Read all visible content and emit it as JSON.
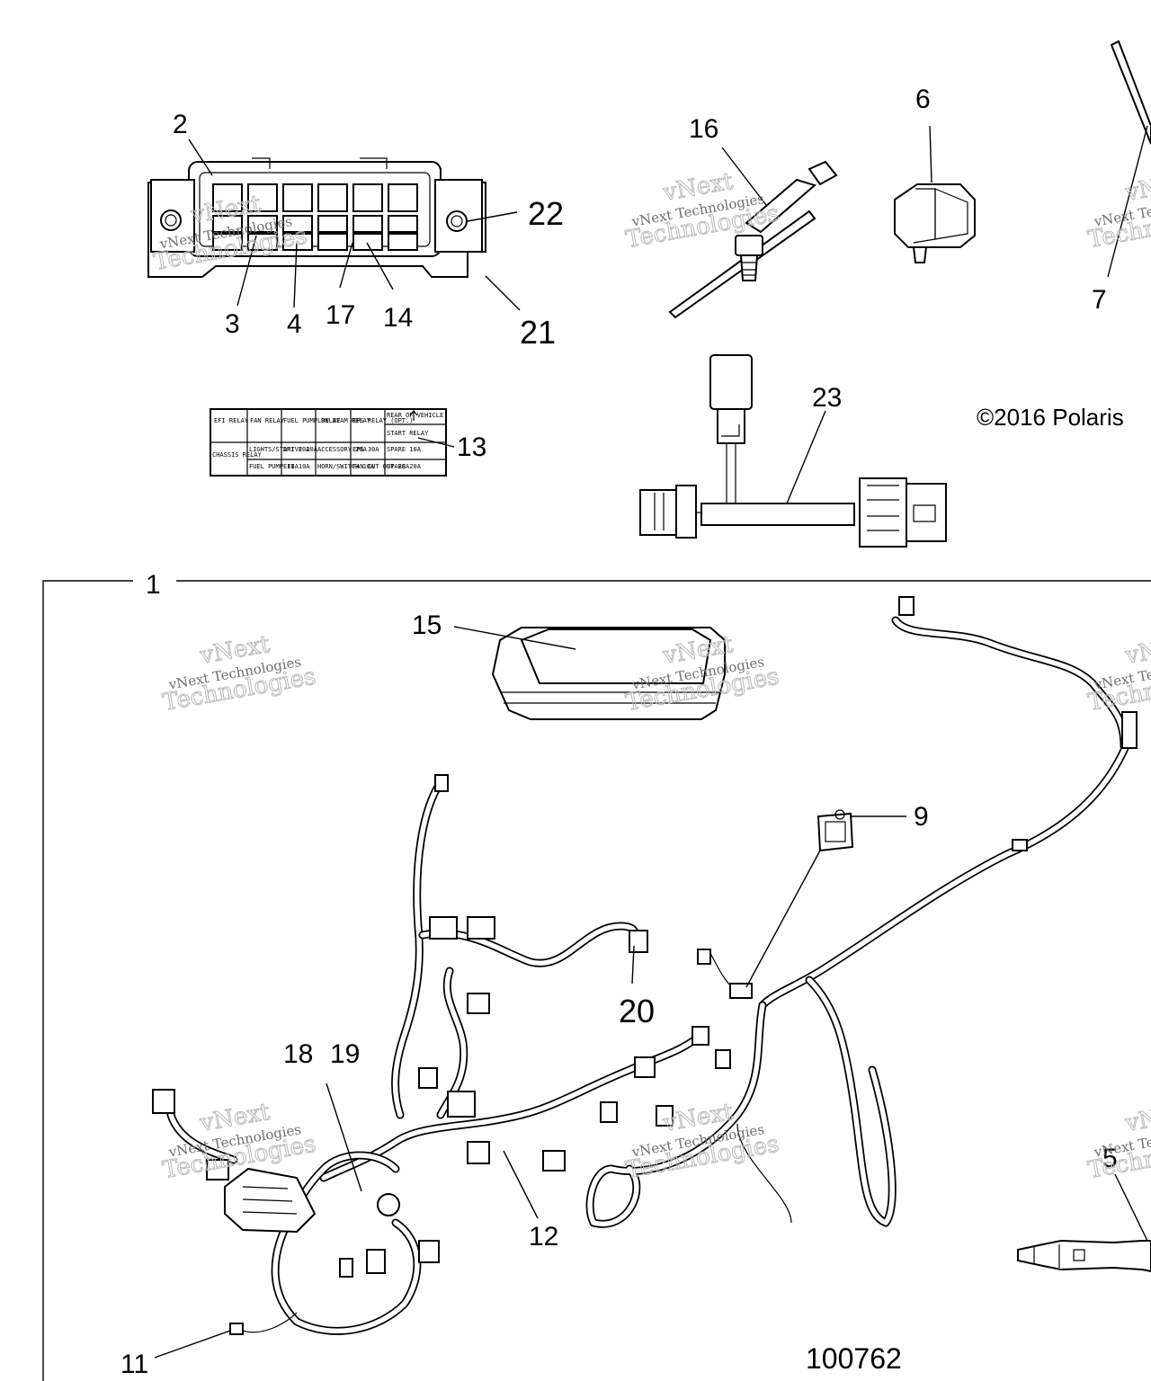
{
  "diagram": {
    "callouts": {
      "c1": "1",
      "c2": "2",
      "c3": "3",
      "c4": "4",
      "c5": "5",
      "c6": "6",
      "c7": "7",
      "c9": "9",
      "c11": "11",
      "c12": "12",
      "c13": "13",
      "c14": "14",
      "c15": "15",
      "c16": "16",
      "c17": "17",
      "c18": "18",
      "c19": "19",
      "c20": "20",
      "c21": "21",
      "c22": "22",
      "c23": "23"
    },
    "copyright": "©2016 Polaris",
    "figure_number": "100762",
    "watermark": {
      "line1": "vNext",
      "line2": "vNext Technologies",
      "line3": "Technologies"
    },
    "fuse_label": {
      "row1": [
        "EFI RELAY",
        "FAN RELAY",
        "FUEL PUMP RELAY",
        "LOW BEAM RELAY",
        "EPS RELAY (OPT.)",
        "REAR OF VEHICLE",
        "START RELAY"
      ],
      "row2": [
        "CHASSIS RELAY",
        "LIGHTS/START 20A",
        "DRIVE 20A",
        "ACCESSORY 20A",
        "EPS 30A",
        "SPARE 10A"
      ],
      "row3": [
        "FUEL PUMP 10A",
        "EFI 10A",
        "HORN/SWITCH 10A",
        "FAN CUT OUT 20A",
        "SPARE 20A"
      ]
    }
  }
}
